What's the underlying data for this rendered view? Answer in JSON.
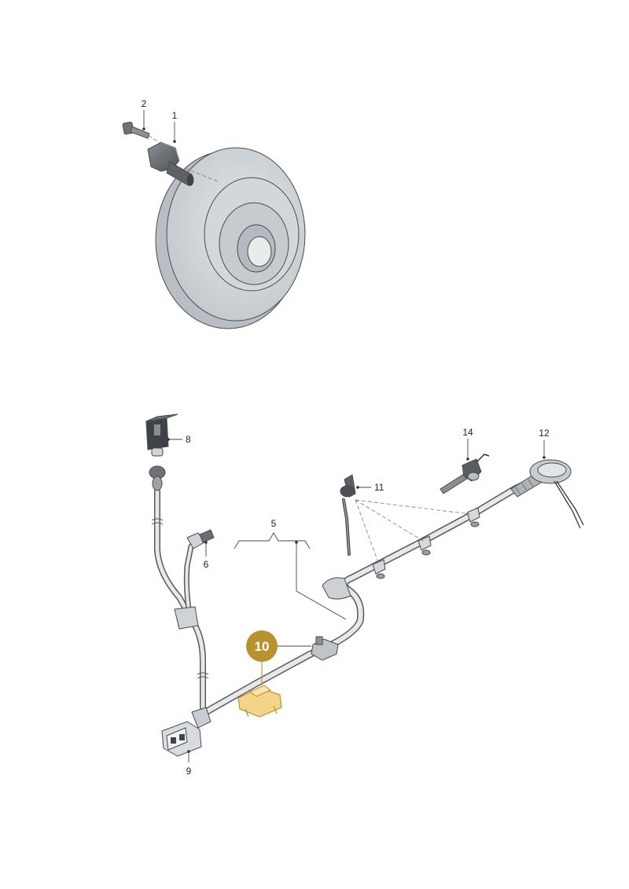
{
  "callouts": {
    "c1": "1",
    "c2": "2",
    "c5": "5",
    "c6": "6",
    "c8": "8",
    "c9": "9",
    "c10": "10",
    "c11": "11",
    "c12": "12",
    "c14": "14"
  },
  "colors": {
    "highlight_badge": "#b8922f",
    "highlight_part": "#f2d58a",
    "part_gray": "#c9cdd2",
    "part_dark": "#6d7176",
    "line": "#444444"
  }
}
